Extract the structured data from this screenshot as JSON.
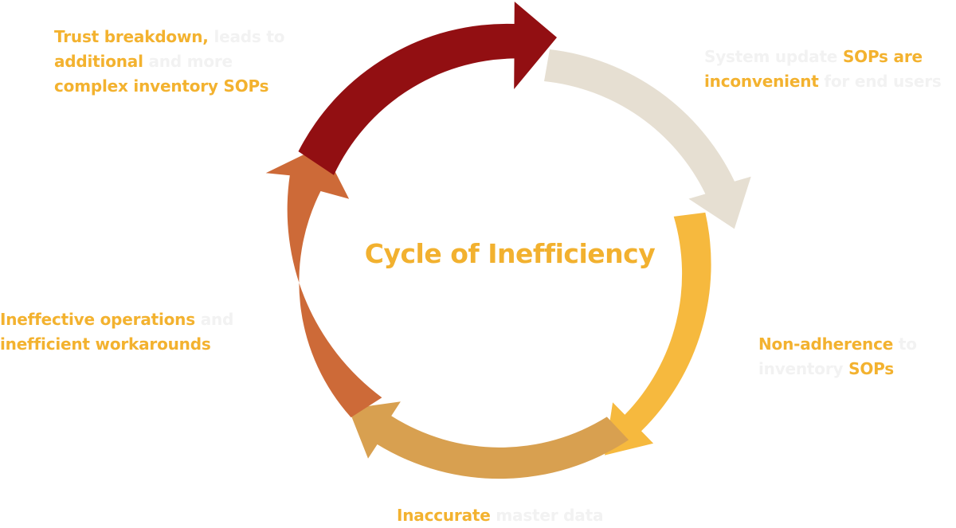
{
  "diagram": {
    "title": "Cycle of Inefficiency",
    "colors": {
      "highlight_text": "#f3b22f",
      "muted_text": "#f2f2f2",
      "segment_system_update": "#e6dfd2",
      "segment_non_adherence": "#f6b93e",
      "segment_inaccurate_data": "#d8a050",
      "segment_ineffective_ops": "#cd6a38",
      "segment_trust_breakdown": "#920f12"
    },
    "stages": [
      {
        "line1": [
          {
            "text": "System update ",
            "style": "muted"
          },
          {
            "text": "SOPs are",
            "style": "highlight"
          }
        ],
        "line2": [
          {
            "text": "inconvenient",
            "style": "highlight"
          },
          {
            "text": " for end users",
            "style": "muted"
          }
        ]
      },
      {
        "line1": [
          {
            "text": "Non-adherence",
            "style": "highlight"
          },
          {
            "text": " to",
            "style": "muted"
          }
        ],
        "line2": [
          {
            "text": "inventory ",
            "style": "muted"
          },
          {
            "text": "SOPs",
            "style": "highlight"
          }
        ]
      },
      {
        "line1": [
          {
            "text": "Inaccurate",
            "style": "highlight"
          },
          {
            "text": " master data",
            "style": "muted"
          }
        ]
      },
      {
        "line1": [
          {
            "text": "Ineffective operations",
            "style": "highlight"
          },
          {
            "text": " and",
            "style": "muted"
          }
        ],
        "line2": [
          {
            "text": "inefficient workarounds",
            "style": "highlight"
          }
        ]
      },
      {
        "line1": [
          {
            "text": "Trust breakdown,",
            "style": "highlight"
          },
          {
            "text": " leads to",
            "style": "muted"
          }
        ],
        "line2": [
          {
            "text": "additional",
            "style": "highlight"
          },
          {
            "text": " and more",
            "style": "muted"
          }
        ],
        "line3": [
          {
            "text": "complex inventory SOPs",
            "style": "highlight"
          }
        ]
      }
    ]
  }
}
